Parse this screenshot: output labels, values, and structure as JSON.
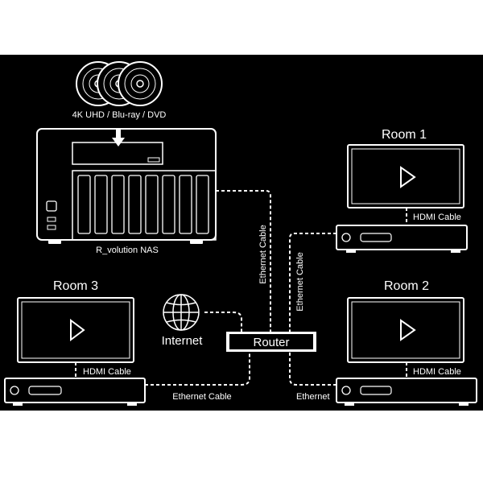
{
  "colors": {
    "background": "#000000",
    "line": "#ffffff",
    "device_fill": "#111111"
  },
  "nas": {
    "media_label": "4K UHD / Blu-ray / DVD",
    "label": "R_volution NAS"
  },
  "rooms": {
    "room1": "Room 1",
    "room2": "Room 2",
    "room3": "Room 3"
  },
  "cables": {
    "ethernet_cable_nas": "Ethernet Cable",
    "ethernet_cable_room1": "Ethernet Cable",
    "ethernet_cable_room3": "Ethernet Cable",
    "ethernet_room2": "Ethernet",
    "hdmi_room1": "HDMI Cable",
    "hdmi_room2": "HDMI Cable",
    "hdmi_room3": "HDMI Cable"
  },
  "network": {
    "internet_label": "Internet",
    "router_label": "Router"
  },
  "icons": [
    "disc-icon",
    "down-arrow-icon",
    "globe-icon",
    "play-icon"
  ]
}
